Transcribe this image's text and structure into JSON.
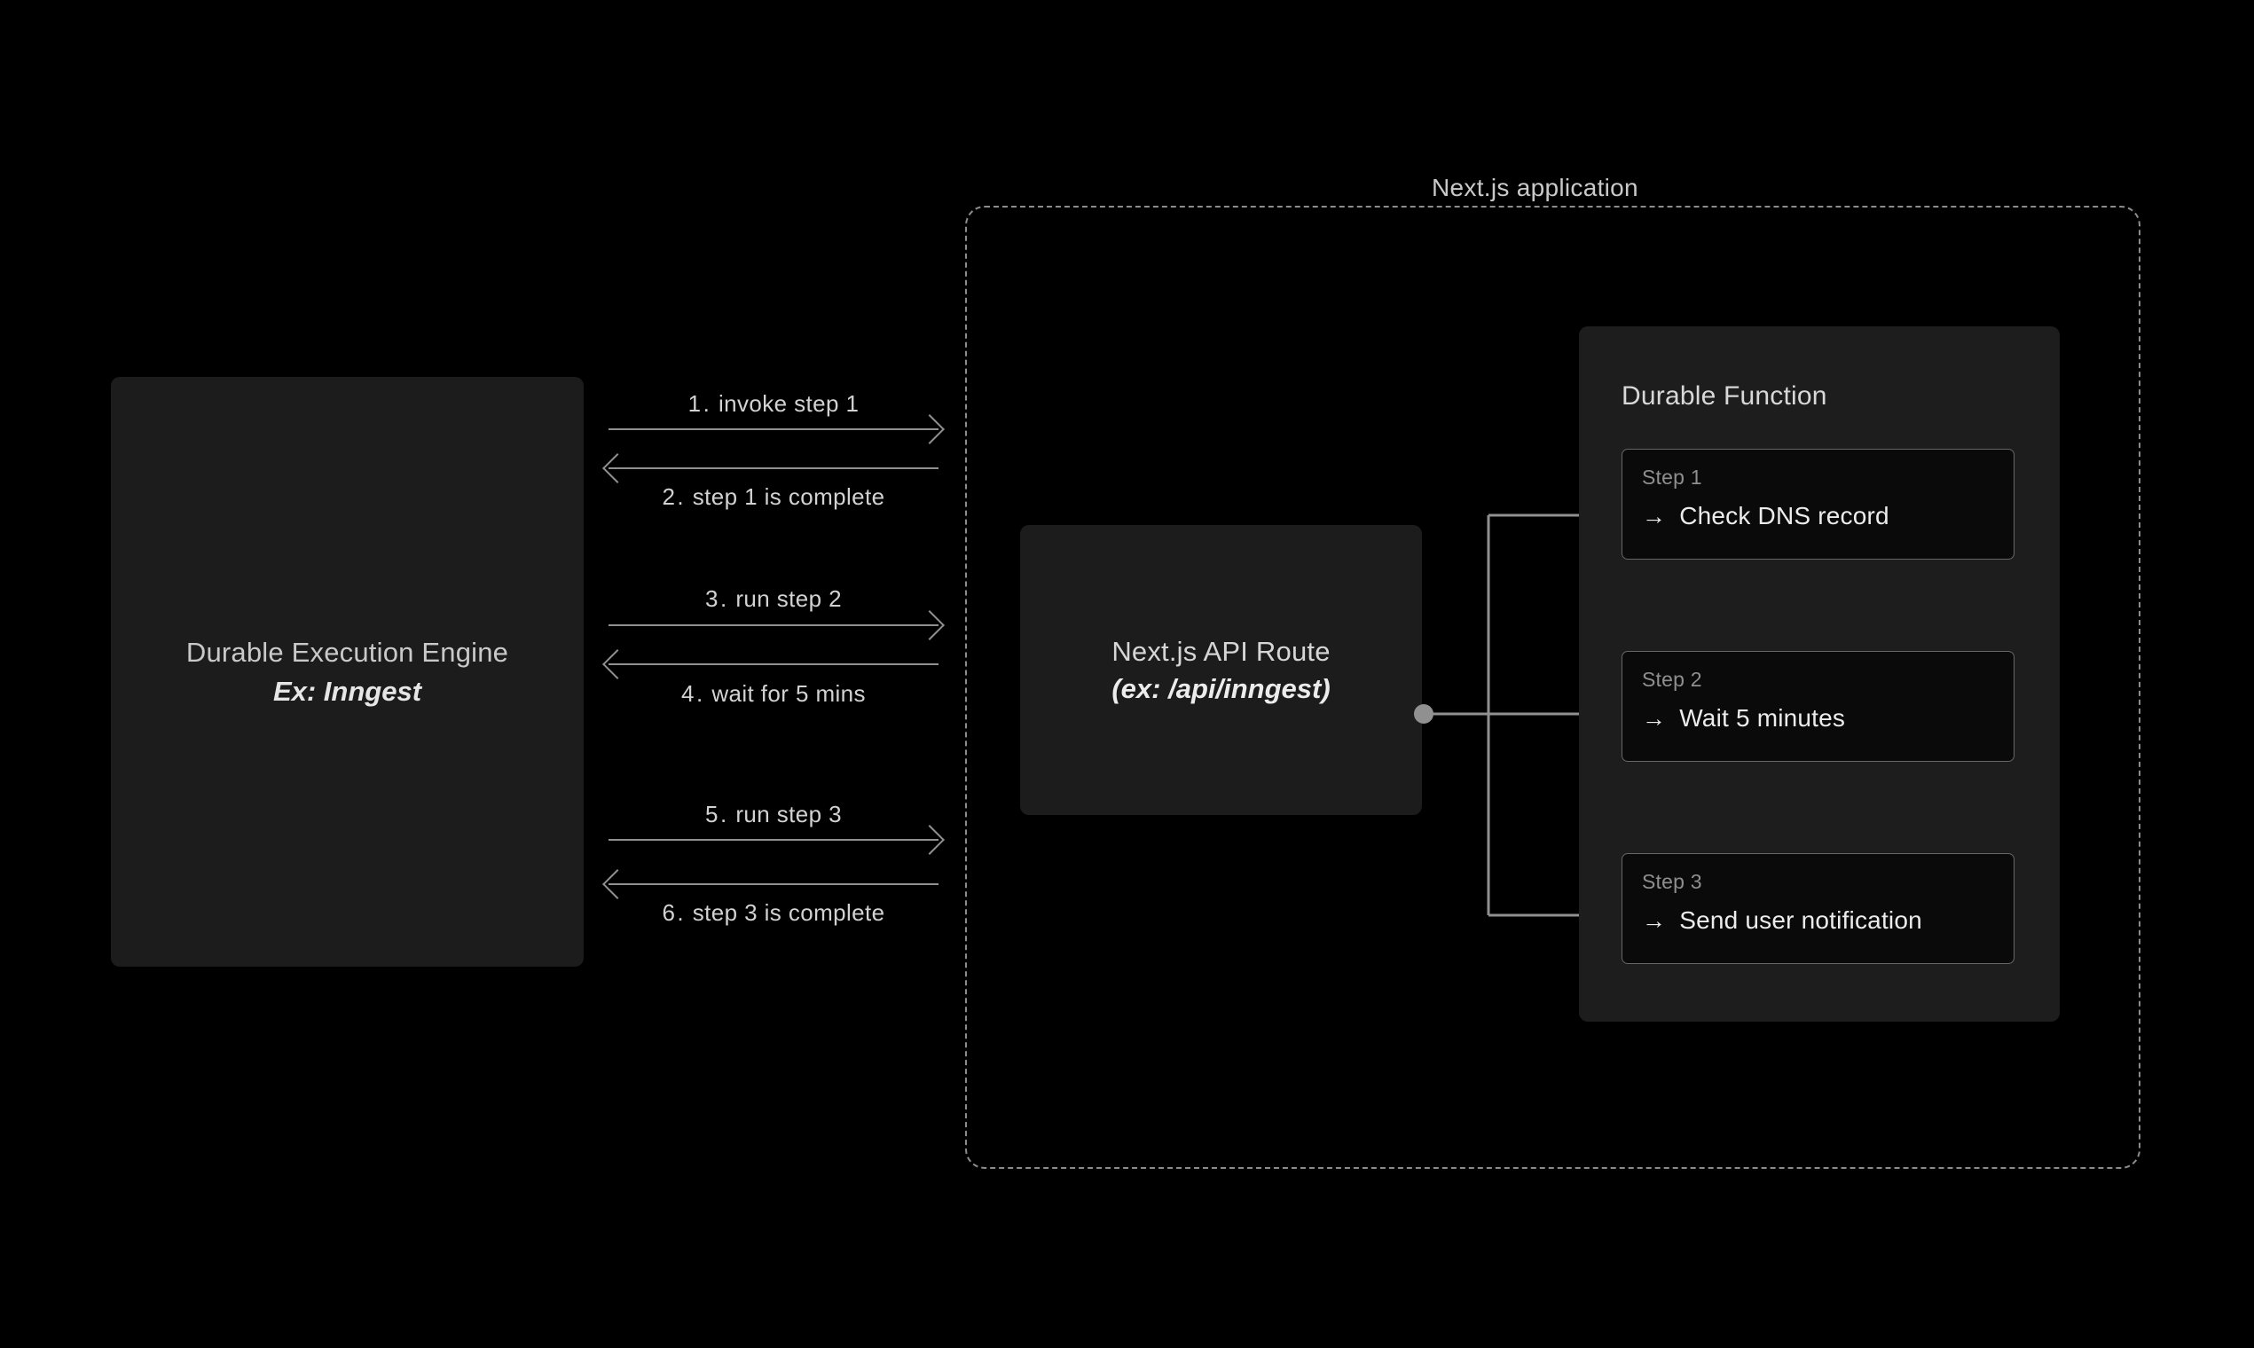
{
  "engine": {
    "title": "Durable Execution Engine",
    "subtitle": "Ex: Inngest"
  },
  "exchanges": [
    {
      "num": "1.",
      "label": "invoke step 1",
      "direction": "right"
    },
    {
      "num": "2.",
      "label": "step 1 is complete",
      "direction": "left"
    },
    {
      "num": "3.",
      "label": "run step 2",
      "direction": "right"
    },
    {
      "num": "4.",
      "label": "wait for 5 mins",
      "direction": "left"
    },
    {
      "num": "5.",
      "label": "run step 3",
      "direction": "right"
    },
    {
      "num": "6.",
      "label": "step 3 is complete",
      "direction": "left"
    }
  ],
  "application": {
    "title": "Next.js application"
  },
  "api_route": {
    "title": "Next.js API Route",
    "subtitle": "(ex: /api/inngest)"
  },
  "durable_function": {
    "title": "Durable Function",
    "steps": [
      {
        "num": "Step 1",
        "action": "Check DNS record",
        "arrow": "→"
      },
      {
        "num": "Step 2",
        "action": "Wait 5 minutes",
        "arrow": "→"
      },
      {
        "num": "Step 3",
        "action": "Send user notification",
        "arrow": "→"
      }
    ]
  },
  "colors": {
    "background": "#000000",
    "panel": "#1c1c1c",
    "function_panel": "#1d1d1d",
    "step_card": "#0a0a0a",
    "stroke": "#909090",
    "dashed_stroke": "#8c8c8c",
    "text_primary": "#ececec",
    "text_muted": "#8f8f8f"
  }
}
